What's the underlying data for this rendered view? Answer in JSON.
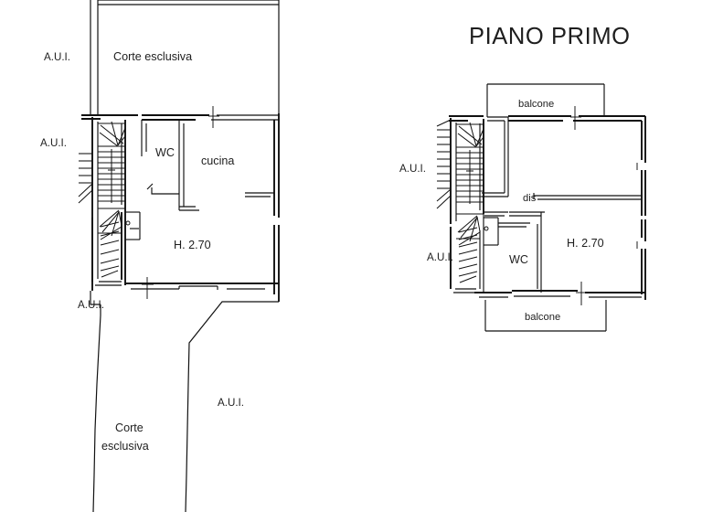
{
  "document": {
    "type": "architectural-floor-plan",
    "title": "PIANO PRIMO",
    "background_color": "#ffffff",
    "line_color": "#111111"
  },
  "title": {
    "text": "PIANO PRIMO"
  },
  "left_plan": {
    "name": "ground-floor-plan",
    "labels": {
      "courtyard_top": "Corte esclusiva",
      "aui_top": "A.U.I.",
      "aui_mid": "A.U.I.",
      "aui_low": "A.U.I.",
      "aui_right_low": "A.U.I.",
      "wc": "WC",
      "kitchen": "cucina",
      "height": "H. 2.70",
      "courtyard_bottom_line1": "Corte",
      "courtyard_bottom_line2": "esclusiva"
    }
  },
  "right_plan": {
    "name": "first-floor-plan",
    "labels": {
      "balcony_top": "balcone",
      "balcony_bottom": "balcone",
      "hallway": "dis",
      "wc": "WC",
      "height": "H. 2.70",
      "aui_upper": "A.U.I.",
      "aui_lower": "A.U.I."
    }
  }
}
